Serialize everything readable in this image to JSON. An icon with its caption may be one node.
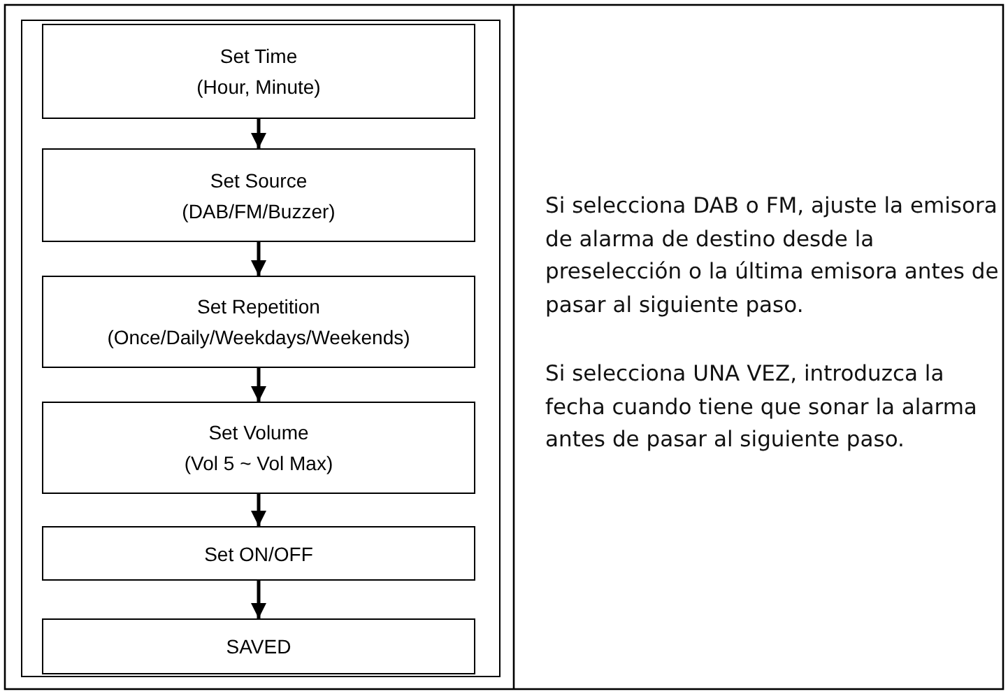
{
  "diagram": {
    "nodes": [
      {
        "text": [
          "Set Time",
          "(Hour, Minute)"
        ]
      },
      {
        "text": [
          "Set Source",
          "(DAB/FM/Buzzer)"
        ]
      },
      {
        "text": [
          "Set Repetition",
          "(Once/Daily/Weekdays/Weekends)"
        ]
      },
      {
        "text": [
          "Set Volume",
          "(Vol 5 ~ Vol Max)"
        ]
      },
      {
        "text": [
          "Set ON/OFF"
        ]
      },
      {
        "text": [
          "SAVED"
        ]
      }
    ],
    "edges": [
      {
        "from": 0,
        "to": 1,
        "arrow": "to"
      },
      {
        "from": 1,
        "to": 2,
        "arrow": "to"
      },
      {
        "from": 2,
        "to": 3,
        "arrow": "to"
      },
      {
        "from": 3,
        "to": 4,
        "arrow": "to"
      },
      {
        "from": 4,
        "to": 5,
        "arrow": "to"
      }
    ],
    "labels": [
      "Si selecciona DAB o FM, ajuste la emisora de alarma de destino desde la preselección o la última emisora antes de pasar al siguiente paso.",
      "Si selecciona UNA VEZ, introduzca la fecha cuando tiene que sonar la alarma antes de pasar al siguiente paso."
    ]
  }
}
